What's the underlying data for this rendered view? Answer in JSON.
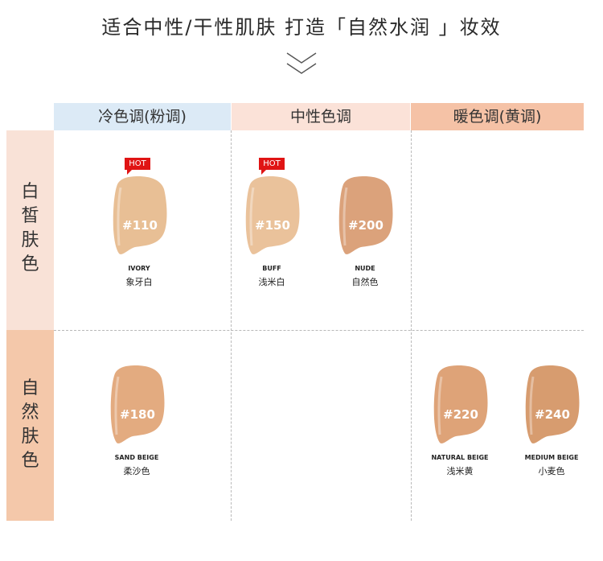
{
  "header": {
    "title": "适合中性/干性肌肤  打造「自然水润 」妆效",
    "chevron_icon": "double-chevron-down-icon"
  },
  "columns": [
    "冷色调(粉调)",
    "中性色调",
    "暖色调(黄调)"
  ],
  "rows": [
    {
      "label": [
        "白",
        "皙",
        "肤",
        "色"
      ]
    },
    {
      "label": [
        "自",
        "然",
        "肤",
        "色"
      ]
    }
  ],
  "badge": "HOT",
  "shades": [
    {
      "code": "#110",
      "en": "IVORY",
      "cn": "象牙白",
      "color": "#e8bf95",
      "hot": true
    },
    {
      "code": "#150",
      "en": "BUFF",
      "cn": "浅米白",
      "color": "#eac29b",
      "hot": true
    },
    {
      "code": "#200",
      "en": "NUDE",
      "cn": "自然色",
      "color": "#dba27b",
      "hot": false
    },
    {
      "code": "#180",
      "en": "SAND BEIGE",
      "cn": "柔沙色",
      "color": "#e3ab80",
      "hot": false
    },
    {
      "code": "#220",
      "en": "NATURAL BEIGE",
      "cn": "浅米黄",
      "color": "#dea378",
      "hot": false
    },
    {
      "code": "#240",
      "en": "MEDIUM BEIGE",
      "cn": "小麦色",
      "color": "#d79c6f",
      "hot": false
    }
  ],
  "colors": {
    "cool": "#dceaf6",
    "neutral": "#fbe2d8",
    "warm": "#f5c2a6",
    "row_fair": "#f9e2d7",
    "row_natural": "#f4c8aa",
    "hot": "#e01414"
  }
}
